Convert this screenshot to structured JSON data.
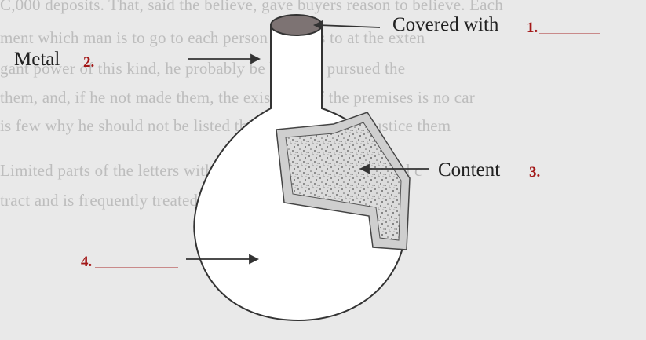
{
  "labels": {
    "covered_with": "Covered with",
    "metal": "Metal",
    "content": "Content"
  },
  "numbers": {
    "n1": "1.",
    "n2": "2.",
    "n3": "3.",
    "n4": "4."
  },
  "colors": {
    "number": "#a31717",
    "page": "#e9e9e9",
    "outline": "#333333",
    "cap": "#7d7373"
  }
}
